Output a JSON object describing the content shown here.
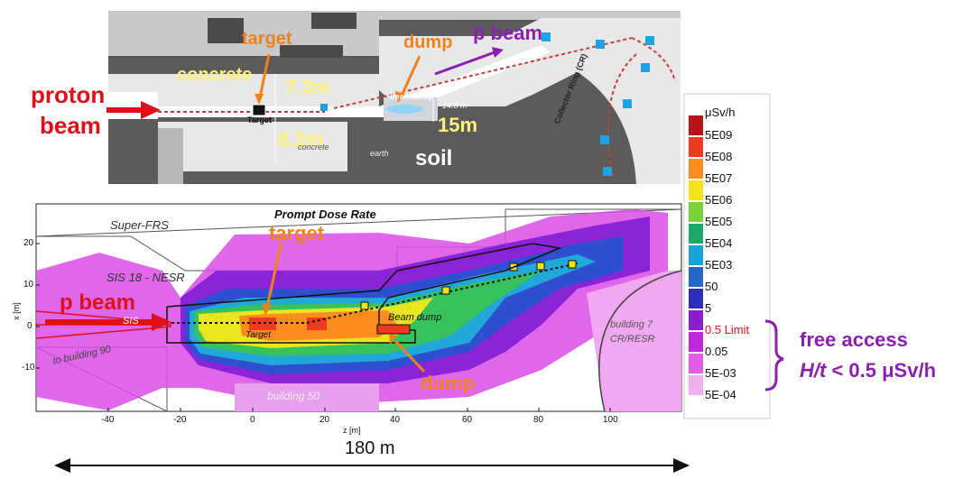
{
  "top_plan": {
    "labels": {
      "target": "target",
      "dump": "dump",
      "pbar_beam": "p̅ beam",
      "proton": "proton",
      "beam": "beam",
      "concrete": "concrete",
      "dim_73": "7.3m",
      "dim_82": "8.2m",
      "dim_15": "15m",
      "soil": "soil",
      "target_small": "Target",
      "beamdump_small": "beamdump",
      "concrete_small": "concrete",
      "earth_small": "earth",
      "collector_ring": "Collector Ring (CR)",
      "dim_148": "14.8 m"
    }
  },
  "dose_map": {
    "title": "Prompt Dose Rate",
    "labels": {
      "super_frs": "Super-FRS",
      "sis_nesr": "SIS 18 - NESR",
      "target_orange": "target",
      "p_beam": "p beam",
      "target_italic": "Target",
      "beam_dump": "Beam dump",
      "dump_orange": "dump",
      "building_50": "building 50",
      "building_7": "building 7",
      "cr_resr": "CR/RESR",
      "building_left": "to building 90",
      "sis_left": "SIS"
    },
    "x_axis": {
      "label": "z [m]",
      "ticks": [
        "-40",
        "-20",
        "0",
        "20",
        "40",
        "60",
        "80",
        "100"
      ]
    },
    "y_axis": {
      "label": "x [m]",
      "ticks": [
        "20",
        "10",
        "0",
        "-10"
      ]
    }
  },
  "legend": {
    "unit": "μSv/h",
    "entries": [
      {
        "label": "5E09",
        "color": "#b5141a"
      },
      {
        "label": "5E08",
        "color": "#f03a1f"
      },
      {
        "label": "5E07",
        "color": "#fb8c1e"
      },
      {
        "label": "5E06",
        "color": "#f4e21b"
      },
      {
        "label": "5E05",
        "color": "#7ad23a"
      },
      {
        "label": "5E04",
        "color": "#1ea96a"
      },
      {
        "label": "5E03",
        "color": "#18a4d8"
      },
      {
        "label": "50",
        "color": "#2a66c9"
      },
      {
        "label": "5",
        "color": "#2f2fb8"
      },
      {
        "label": "0.5 Limit",
        "color": "#8a1fc9",
        "highlight": "#e0101a"
      },
      {
        "label": "0.05",
        "color": "#bf29d9"
      },
      {
        "label": "5E-03",
        "color": "#e05ce8"
      },
      {
        "label": "5E-04",
        "color": "#f3b0f0"
      }
    ]
  },
  "annotation": {
    "free_access": "free access",
    "ht_label": "H/t",
    "ht_limit": " < 0.5 μSv/h"
  },
  "scale_bar": {
    "label": "180 m"
  }
}
